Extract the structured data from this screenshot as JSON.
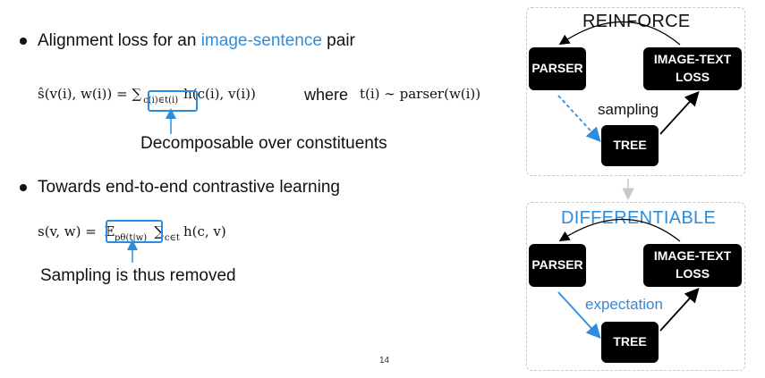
{
  "bullets": {
    "b1": {
      "prefix": "Alignment loss for an ",
      "highlight": "image-sentence",
      "suffix": " pair"
    },
    "b2": {
      "text": "Towards end-to-end contrastive learning"
    }
  },
  "eq1": {
    "lhs": "ŝ(v(i), w(i)) = ∑",
    "sub": "c(i)∈t(i)",
    "rhs": "h(c(i), v(i))",
    "where_word": "where",
    "cond": "t(i) ∼ parser(w(i))"
  },
  "caption1": "Decomposable over constituents",
  "eq2": {
    "lhs": "s(v, w) = ",
    "expect": "𝔼",
    "expect_sub": "pθ(t|w)",
    "sum": "∑",
    "sum_sub": "c∈t",
    "rhs": "h(c, v)"
  },
  "caption2": "Sampling is thus removed",
  "page_number": "14",
  "panel_top": {
    "title": "REINFORCE",
    "parser": "PARSER",
    "loss_line1": "IMAGE-TEXT",
    "loss_line2": "LOSS",
    "tree": "TREE",
    "edge_label": "sampling"
  },
  "panel_bottom": {
    "title": "DIFFERENTIABLE",
    "parser": "PARSER",
    "loss_line1": "IMAGE-TEXT",
    "loss_line2": "LOSS",
    "tree": "TREE",
    "edge_label": "expectation"
  },
  "colors": {
    "accent": "#2b8de0",
    "node_bg": "#000000",
    "panel_border": "#c8c8c8"
  }
}
